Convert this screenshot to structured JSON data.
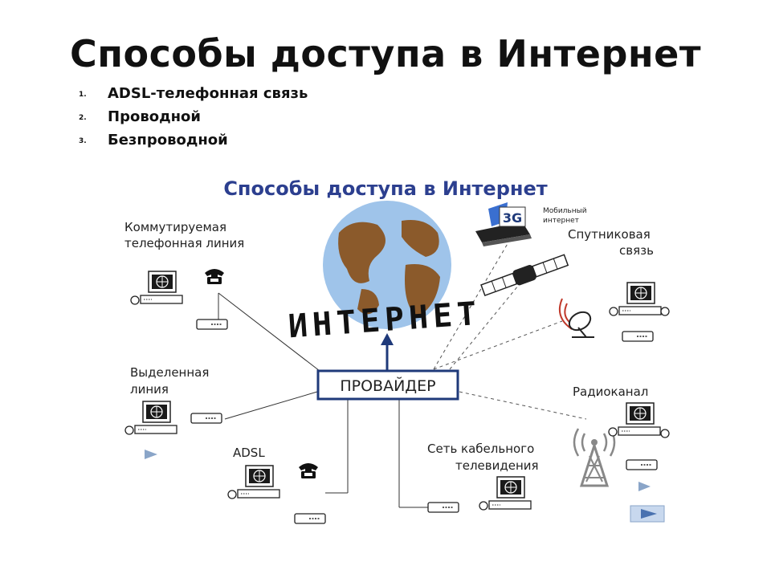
{
  "slide": {
    "title": "Способы доступа в Интернет",
    "bullets": [
      {
        "num": "1.",
        "text": "ADSL-телефонная связь"
      },
      {
        "num": "2.",
        "text": "Проводной"
      },
      {
        "num": "3.",
        "text": "Безпроводной"
      }
    ]
  },
  "diagram": {
    "title": "Способы доступа в Интернет",
    "internet_label": "ИНТЕРНЕТ",
    "provider_label": "ПРОВАЙДЕР",
    "mobile_label_1": "Мобильный",
    "mobile_label_2": "интернет",
    "mobile_badge": "3G",
    "dialup_label_1": "Коммутируемая",
    "dialup_label_2": "телефонная  линия",
    "satellite_label_1": "Спутниковая",
    "satellite_label_2": "связь",
    "leased_label_1": "Выделенная",
    "leased_label_2": "линия",
    "radio_label": "Радиоканал",
    "adsl_label": "ADSL",
    "cable_label_1": "Сеть кабельного",
    "cable_label_2": "телевидения"
  },
  "colors": {
    "diagram_title": "#2c3f8f",
    "provider_border": "#1f3a7a",
    "arrow": "#1f3a7a",
    "globe_ocean": "#9fc4ea",
    "globe_land": "#8b5a2b",
    "nav_button": "#7fa8d6"
  },
  "icons": [
    "computer-icon",
    "telephone-icon",
    "modem-icon",
    "satellite-icon",
    "dish-icon",
    "radio-tower-icon",
    "laptop-icon",
    "play-icon",
    "next-slide-icon"
  ]
}
